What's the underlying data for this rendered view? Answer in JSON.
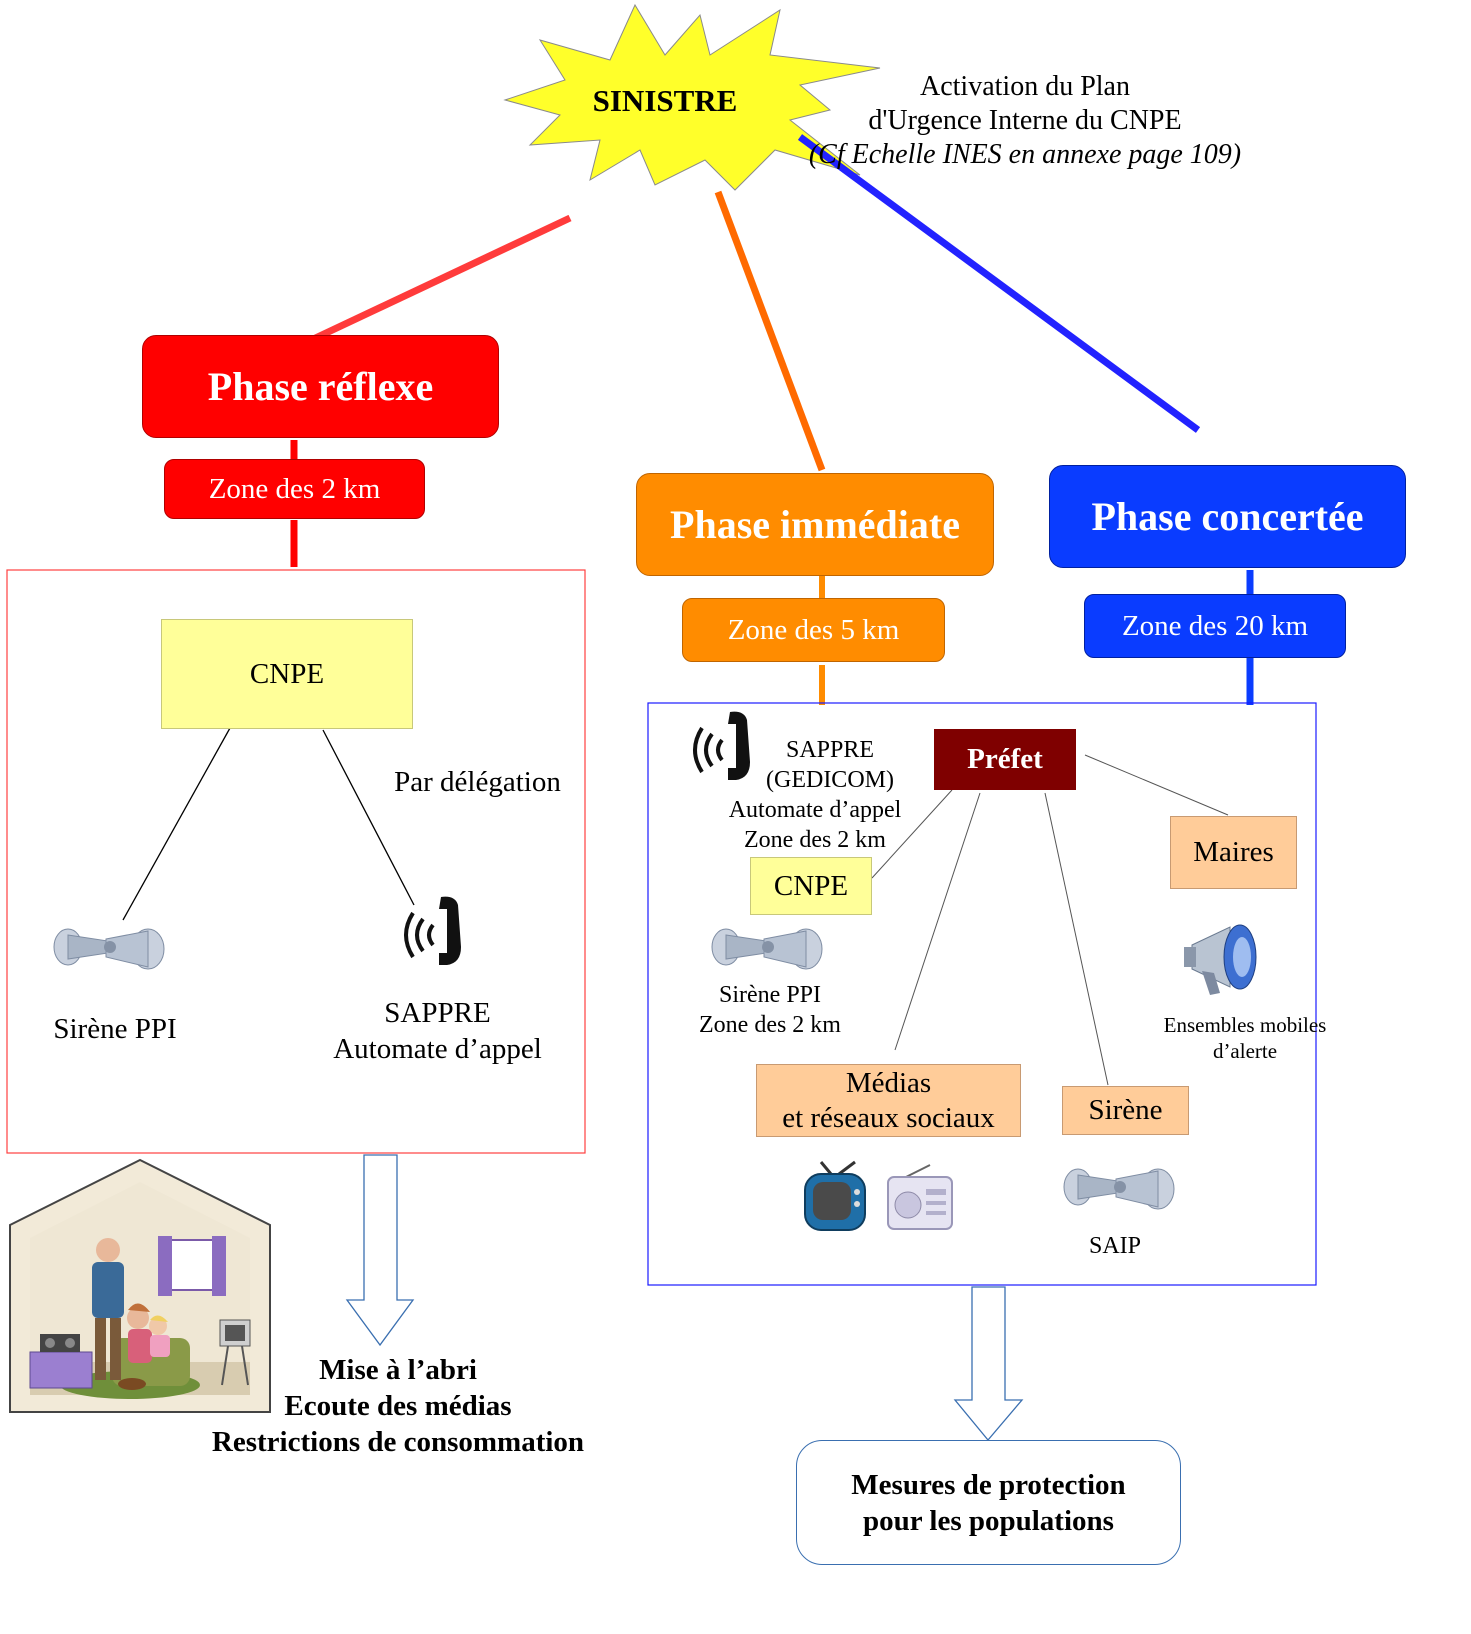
{
  "sinistre": {
    "label": "SINISTRE"
  },
  "activation": {
    "line1": "Activation du Plan",
    "line2": "d'Urgence Interne du CNPE",
    "line3": "(Cf Echelle INES en annexe page 109)"
  },
  "reflexe": {
    "phase": "Phase réflexe",
    "zone": "Zone des 2 km",
    "cnpe": "CNPE",
    "delegation": "Par délégation",
    "sirene": "Sirène PPI",
    "sappre_l1": "SAPPRE",
    "sappre_l2": "Automate d’appel",
    "result_l1": "Mise à l’abri",
    "result_l2": "Ecoute des médias",
    "result_l3": "Restrictions de consommation",
    "color": "#ff0000"
  },
  "immediate": {
    "phase": "Phase immédiate",
    "zone": "Zone des 5 km",
    "color": "#ff8c00"
  },
  "concertee": {
    "phase": "Phase concertée",
    "zone": "Zone des 20 km",
    "color": "#0a3cff"
  },
  "right_panel": {
    "sappre_l1": "SAPPRE",
    "sappre_l2": "(GEDICOM)",
    "sappre_l3": "Automate d’appel",
    "sappre_l4": "Zone des 2 km",
    "prefet": "Préfet",
    "cnpe": "CNPE",
    "sirene_l1": "Sirène PPI",
    "sirene_l2": "Zone des 2 km",
    "maires": "Maires",
    "mobiles_l1": "Ensembles mobiles",
    "mobiles_l2": "d’alerte",
    "medias_l1": "Médias",
    "medias_l2": "et réseaux sociaux",
    "sirene": "Sirène",
    "saip": "SAIP"
  },
  "final": {
    "line1": "Mesures de protection",
    "line2": "pour les populations"
  }
}
